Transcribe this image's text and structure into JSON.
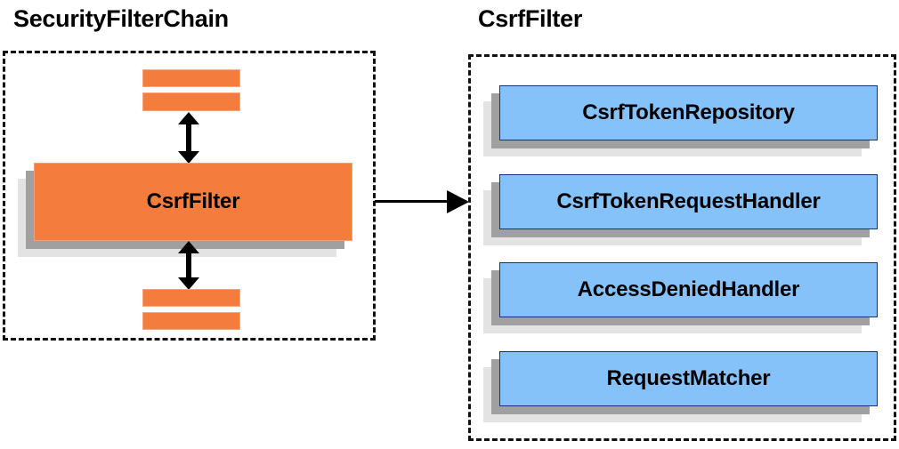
{
  "diagram": {
    "type": "component-relationship",
    "panels": [
      {
        "id": "security-filter-chain",
        "title": "SecurityFilterChain",
        "border_style": "dashed",
        "nodes": [
          {
            "id": "bar-top-1",
            "label": "",
            "color": "#F47C3C",
            "shape": "bar"
          },
          {
            "id": "bar-top-2",
            "label": "",
            "color": "#F47C3C",
            "shape": "bar"
          },
          {
            "id": "csrf-filter",
            "label": "CsrfFilter",
            "color": "#F47C3C",
            "shape": "shadow-box"
          },
          {
            "id": "bar-bottom-1",
            "label": "",
            "color": "#F47C3C",
            "shape": "bar"
          },
          {
            "id": "bar-bottom-2",
            "label": "",
            "color": "#F47C3C",
            "shape": "bar"
          }
        ],
        "connectors": [
          {
            "id": "chain-arrow-upper",
            "direction": "bidirectional",
            "orientation": "vertical"
          },
          {
            "id": "chain-arrow-lower",
            "direction": "bidirectional",
            "orientation": "vertical"
          }
        ]
      },
      {
        "id": "csrf-filter-detail",
        "title": "CsrfFilter",
        "border_style": "dashed",
        "nodes": [
          {
            "id": "csrf-token-repository",
            "label": "CsrfTokenRepository",
            "color": "#85C2FA",
            "shape": "shadow-box"
          },
          {
            "id": "csrf-token-request-handler",
            "label": "CsrfTokenRequestHandler",
            "color": "#85C2FA",
            "shape": "shadow-box"
          },
          {
            "id": "access-denied-handler",
            "label": "AccessDeniedHandler",
            "color": "#85C2FA",
            "shape": "shadow-box"
          },
          {
            "id": "request-matcher",
            "label": "RequestMatcher",
            "color": "#85C2FA",
            "shape": "shadow-box"
          }
        ]
      }
    ],
    "cross_panel_connector": {
      "id": "csrf-filter-expand-arrow",
      "from": "csrf-filter",
      "to": "csrf-filter-detail",
      "direction": "right",
      "orientation": "horizontal"
    },
    "colors": {
      "orange_fill": "#F47C3C",
      "orange_border": "#F0A07A",
      "blue_fill": "#85C2FA",
      "blue_border": "#16307C",
      "shadow_near": "#A0A0A0",
      "shadow_far": "#E3E3E3",
      "outline": "#111111",
      "background": "#FFFFFF",
      "text": "#000000"
    }
  }
}
